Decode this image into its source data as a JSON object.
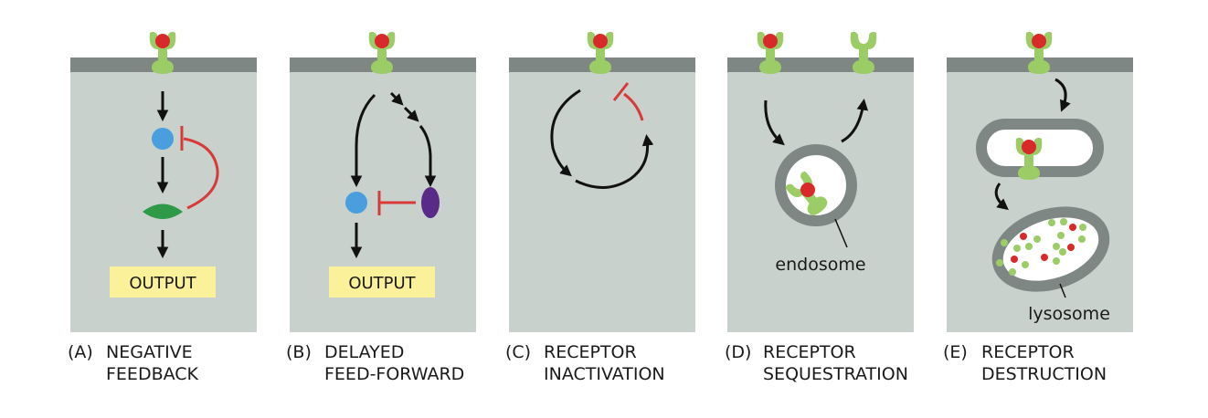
{
  "figure": {
    "colors": {
      "cytoplasm": "#c9d1cd",
      "membrane": "#7f8784",
      "receptor": "#9ccc65",
      "ligand": "#d82a2a",
      "arrow": "#111111",
      "inhibition": "#d83a3a",
      "blue_protein": "#4a9ede",
      "green_protein": "#2e9a48",
      "purple_protein": "#5a2a88",
      "output_box": "#fbf19a",
      "vesicle_wall": "#7f8784",
      "vesicle_lumen": "#ffffff"
    },
    "panels": [
      {
        "letter": "(A)",
        "line1": "NEGATIVE",
        "line2": "FEEDBACK",
        "output_label": "OUTPUT"
      },
      {
        "letter": "(B)",
        "line1": "DELAYED",
        "line2": "FEED-FORWARD",
        "output_label": "OUTPUT"
      },
      {
        "letter": "(C)",
        "line1": "RECEPTOR",
        "line2": "INACTIVATION"
      },
      {
        "letter": "(D)",
        "line1": "RECEPTOR",
        "line2": "SEQUESTRATION",
        "organelle_label": "endosome"
      },
      {
        "letter": "(E)",
        "line1": "RECEPTOR",
        "line2": "DESTRUCTION",
        "organelle_label": "lysosome"
      }
    ]
  }
}
